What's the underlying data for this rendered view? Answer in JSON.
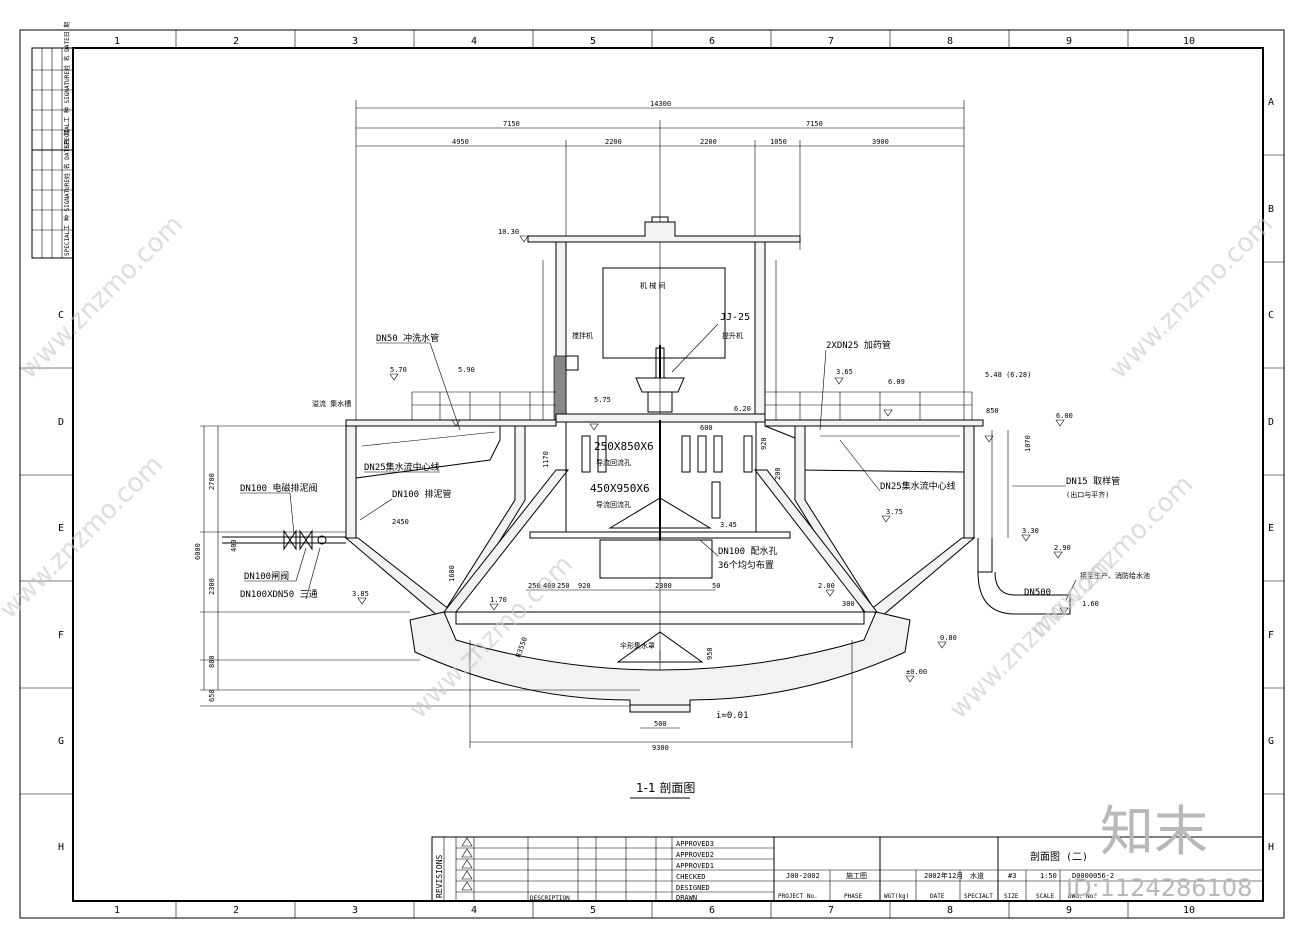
{
  "frame": {
    "col_labels": [
      "1",
      "2",
      "3",
      "4",
      "5",
      "6",
      "7",
      "8",
      "9",
      "10"
    ],
    "row_labels": [
      "A",
      "B",
      "C",
      "D",
      "E",
      "F",
      "G",
      "H"
    ]
  },
  "dims": {
    "overall": "14300",
    "half_left": "7150",
    "half_right": "7150",
    "seg_a": "4950",
    "seg_b": "2200",
    "seg_c": "2200",
    "seg_d": "1050",
    "seg_e": "3900",
    "bottom": "9300",
    "outlet": "500",
    "v_total": "6000",
    "v_upper": "2700",
    "v_mid": "2300",
    "v_low": "800",
    "v_base": "650",
    "v_small": "400",
    "bot_a": "250",
    "bot_b": "400",
    "bot_c": "250",
    "bot_d": "920",
    "bot_e": "2300",
    "bot_f": "50",
    "v950": "950",
    "v1600": "1600",
    "d2450": "2450",
    "d600": "600",
    "d300": "300",
    "d920": "920",
    "d200": "200",
    "d1070": "1070",
    "d850": "850",
    "d1170": "1170",
    "d3550": "3550"
  },
  "elevations": {
    "e1030": "10.30",
    "e570": "5.70",
    "e590": "5.90",
    "e575": "5.75",
    "e620": "6.20",
    "e365": "3.65",
    "e609": "6.09",
    "e548": "5.48 (6.28)",
    "e600": "6.00",
    "e345": "3.45",
    "e375": "3.75",
    "e330": "3.30",
    "e290": "2.90",
    "e200": "2.00",
    "e170": "1.70",
    "e385": "3.85",
    "e160": "1.60",
    "e080": "0.80",
    "e000": "±0.00"
  },
  "labels": {
    "dn50": "DN50 冲洗水管",
    "dn25_left": "DN25集水流中心线",
    "dn100_left": "DN100 排泥管",
    "dn100_valve": "DN100 电磁排泥阀",
    "dn100_gate": "DN100闸阀",
    "dn100x50": "DN100XDN50 三通",
    "launder": "溢流 集水槽",
    "jj25": "JJ-25",
    "mixer": "搅拌机",
    "machine_room": "机 械 间",
    "lifter": "提升机",
    "dn2x25": "2XDN25 加药管",
    "dn25_right": "DN25集水流中心线",
    "dn15": "DN15 取样管",
    "dn15_sub": "(出口与平齐)",
    "dn500": "DN500",
    "right_note": "接至生产、消防给水池",
    "win1": "250X850X6",
    "win1_sub": "导流回流孔",
    "win2": "450X950X6",
    "win2_sub": "导流回流孔",
    "dn100_bottom": "DN100 配水孔",
    "holes": "36个均匀布置",
    "sludge": "伞形集水罩",
    "slope": "i=0.01",
    "d3550": "R3550",
    "section_title": "1-1 剖面图"
  },
  "title_block": {
    "revisions": "REVISIONS",
    "approved3": "APPROVED3",
    "approved2": "APPROVED2",
    "approved1": "APPROVED1",
    "checked": "CHECKED",
    "designed": "DESIGNED",
    "drawn": "DRAWN",
    "desc_head": "DESCRIPTION",
    "proj_no_val": "J00-2002",
    "phase_val": "施工图",
    "date_val": "2002年12月",
    "special_val": "水道",
    "size_val": "#3",
    "scale_val": "1:50",
    "dwg_no_val": "D0000056-2",
    "drawing_title": "剖面图 (二)",
    "proj_no": "PROJECT No.",
    "phase": "PHASE",
    "wgt": "WGT(kg)",
    "date": "DATE",
    "special": "SPECIALT",
    "size": "SIZE",
    "scale": "SCALE",
    "dwg_no": "DWG. No."
  },
  "left_strip": {
    "top": "SPECIAL工 种 SIGNATURE姓 名 DATE日 期",
    "bottom": "SPECIAL工 种 SIGNATURE姓 名 DATE日 期"
  },
  "watermark": {
    "site": "www.znzmo.com",
    "brand": "知末",
    "id": "ID:1124286108"
  }
}
